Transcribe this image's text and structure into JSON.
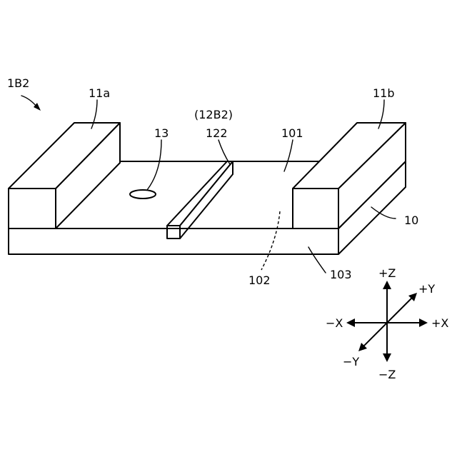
{
  "figure": {
    "figure_id": "1B2",
    "labels": {
      "block_left": "11a",
      "block_right": "11b",
      "hole": "13",
      "rib_group": "(12B2)",
      "rib": "122",
      "top_surface": "101",
      "substrate": "10",
      "inner_region": "102",
      "front_face": "103"
    },
    "axes": {
      "plus_z": "+Z",
      "minus_z": "−Z",
      "plus_x": "+X",
      "minus_x": "−X",
      "plus_y": "+Y",
      "minus_y": "−Y"
    }
  }
}
